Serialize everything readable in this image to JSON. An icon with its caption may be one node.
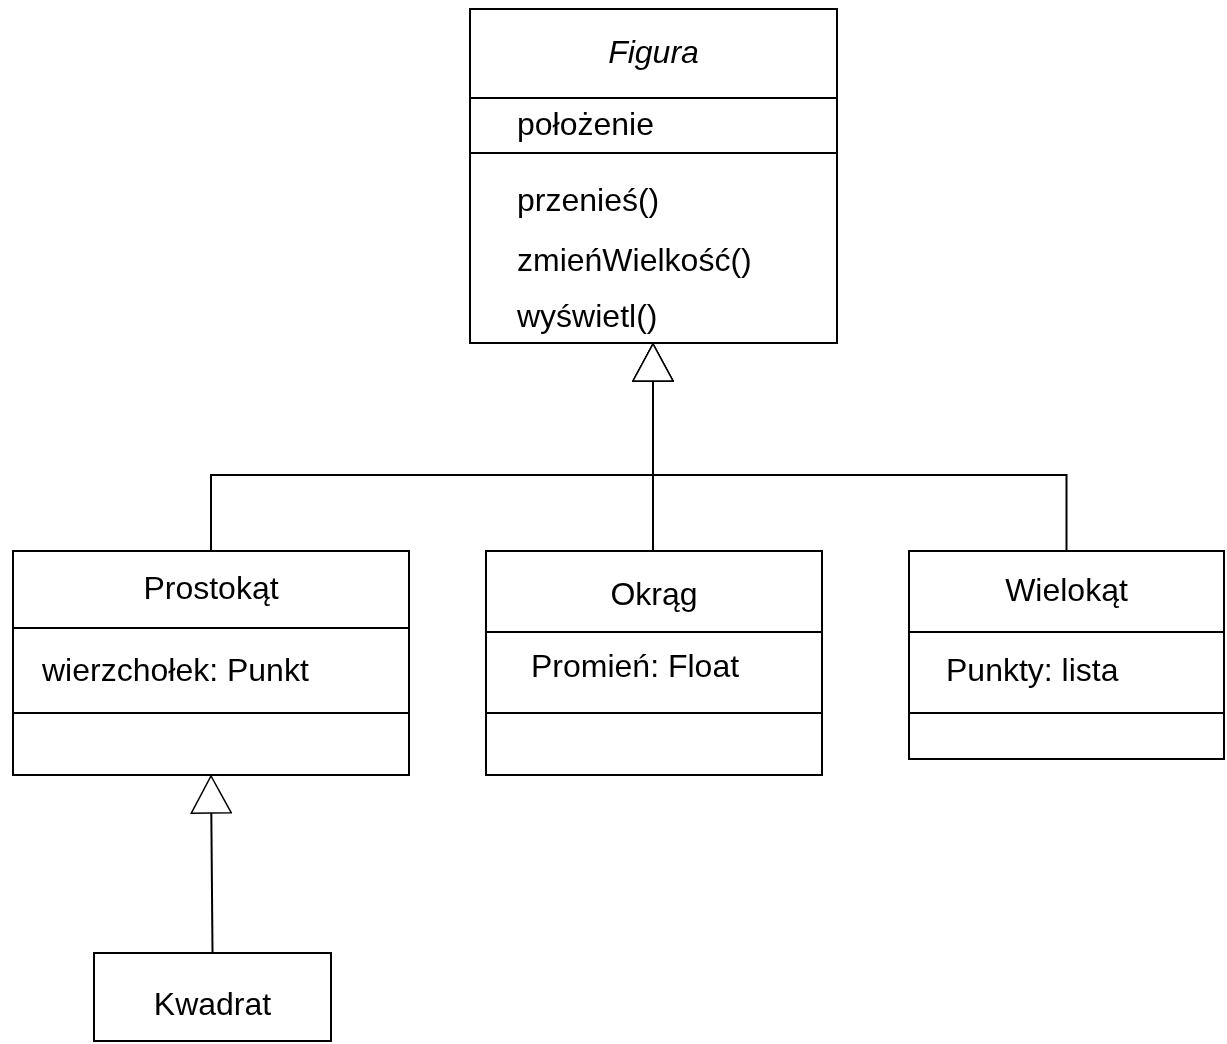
{
  "diagram": {
    "nodes": [
      {
        "text": [
          "Figura",
          "położenie",
          "przenieś()",
          "zmieńWielkość()",
          "wyświetl()"
        ]
      },
      {
        "text": [
          "Prostokąt",
          "wierzchołek: Punkt"
        ]
      },
      {
        "text": [
          "Okrąg",
          "Promień: Float"
        ]
      },
      {
        "text": [
          "Wielokąt",
          "Punkty: lista"
        ]
      },
      {
        "text": [
          "Kwadrat"
        ]
      }
    ],
    "edges": [
      {
        "from": 1,
        "to": 0,
        "arrow": "to"
      },
      {
        "from": 2,
        "to": 0,
        "arrow": "to"
      },
      {
        "from": 3,
        "to": 0,
        "arrow": "to"
      },
      {
        "from": 4,
        "to": 1,
        "arrow": "to"
      }
    ]
  }
}
